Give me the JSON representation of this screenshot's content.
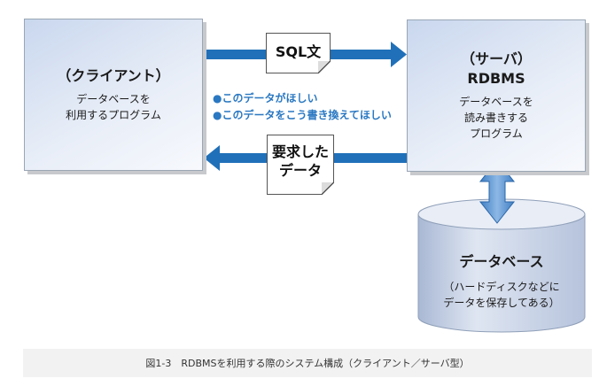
{
  "client": {
    "title": "（クライアント）",
    "desc_line1": "データベースを",
    "desc_line2": "利用するプログラム"
  },
  "server": {
    "title_line1": "（サーバ）",
    "title_line2": "RDBMS",
    "desc_line1": "データベースを",
    "desc_line2": "読み書きする",
    "desc_line3": "プログラム"
  },
  "request_note": "SQL文",
  "requests": [
    "●このデータがほしい",
    "●このデータをこう書き換えてほしい"
  ],
  "response_note": {
    "line1": "要求した",
    "line2": "データ"
  },
  "database": {
    "title": "データベース",
    "sub_line1": "（ハードディスクなどに",
    "sub_line2": "データを保存してある）"
  },
  "caption": "図1-3　RDBMSを利用する際のシステム構成（クライアント／サーバ型）",
  "colors": {
    "arrow": "#2070b9",
    "box_top": "#c9d7ee",
    "cylinder": "#c5d2e6",
    "text_blue": "#2a78c2"
  }
}
